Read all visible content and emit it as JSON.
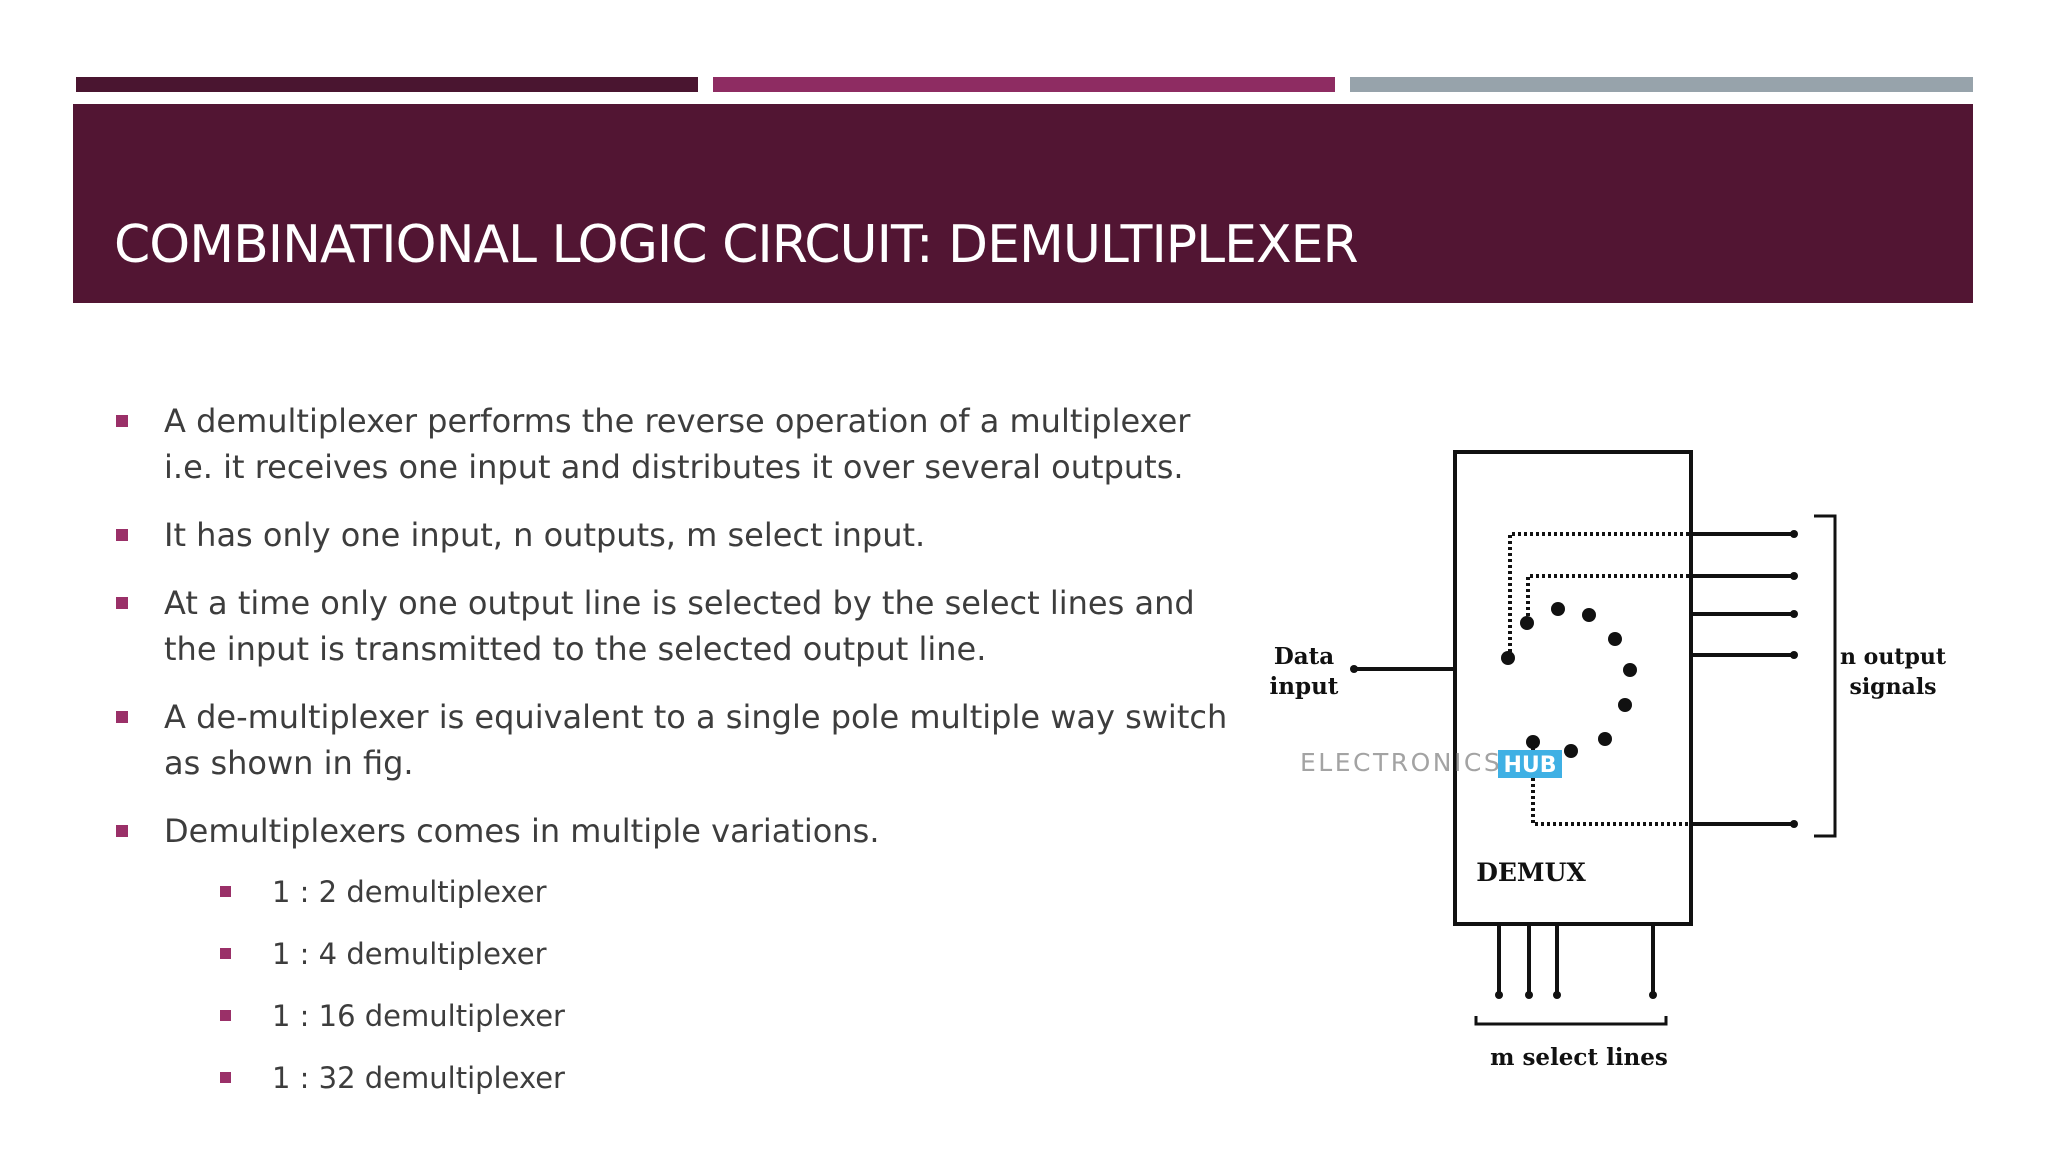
{
  "slide": {
    "title": "COMBINATIONAL LOGIC CIRCUIT: DEMULTIPLEXER",
    "colors": {
      "header": "#521533",
      "bar1": "#4a1530",
      "bar2": "#8e2c62",
      "bar3": "#97a3ab",
      "bullet": "#9a3068",
      "text": "#3d3d3d"
    },
    "bullets": [
      "A demultiplexer performs the reverse operation of a multiplexer i.e. it receives one input and distributes it over several outputs.",
      "It has only one input, n outputs, m select input.",
      "At a time only one output line is selected by the select lines and the input is transmitted to the selected output line.",
      "A de-multiplexer is equivalent to a single pole multiple way switch as shown in fig.",
      "Demultiplexers comes in multiple variations."
    ],
    "sub_bullets": [
      "1 : 2 demultiplexer",
      "1 : 4 demultiplexer",
      "1 : 16 demultiplexer",
      "1 : 32 demultiplexer"
    ]
  },
  "figure": {
    "box_label": "DEMUX",
    "input_label_line1": "Data",
    "input_label_line2": "input",
    "output_label_line1": "n output",
    "output_label_line2": "signals",
    "select_label": "m select lines",
    "watermark_text": "ELECTRONICS",
    "watermark_badge": "HUB"
  }
}
